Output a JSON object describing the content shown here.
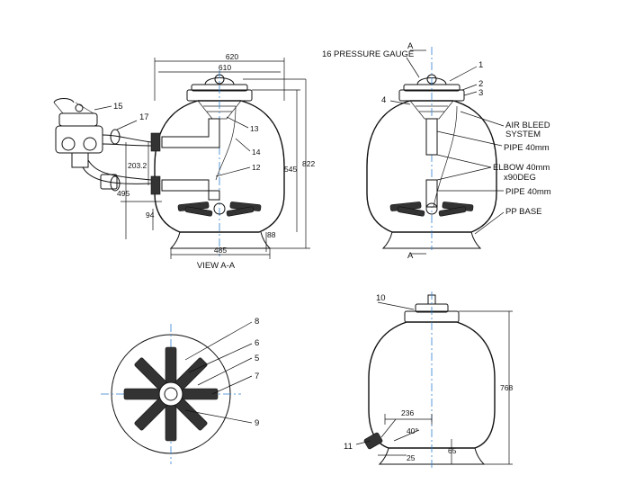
{
  "colors": {
    "line": "#111111",
    "centerline": "#2f7fd0",
    "background": "#ffffff"
  },
  "labels": {
    "view_aa": "VIEW A-A",
    "pressure_gauge": "PRESSURE GAUGE",
    "air_bleed_1": "AIR BLEED",
    "air_bleed_2": "SYSTEM",
    "pipe_40_a": "PIPE 40mm",
    "elbow_1": "ELBOW 40mm",
    "elbow_2": "x90DEG",
    "pipe_40_b": "PIPE 40mm",
    "pp_base": "PP BASE",
    "section_a": "A"
  },
  "part_numbers": {
    "p1": "1",
    "p2": "2",
    "p3": "3",
    "p4": "4",
    "p5": "5",
    "p6": "6",
    "p7": "7",
    "p8": "8",
    "p9": "9",
    "p10": "10",
    "p11": "11",
    "p12": "12",
    "p13": "13",
    "p14": "14",
    "p15": "15",
    "p16": "16",
    "p17": "17"
  },
  "dimensions": {
    "d620": "620",
    "d610": "610",
    "d822": "822",
    "d545": "545",
    "d203": "203.2",
    "d495": "495",
    "d94": "94",
    "d88": "88",
    "d485": "485",
    "d768": "768",
    "d236": "236",
    "d40deg": "40°",
    "d65": "65",
    "d25": "25"
  }
}
